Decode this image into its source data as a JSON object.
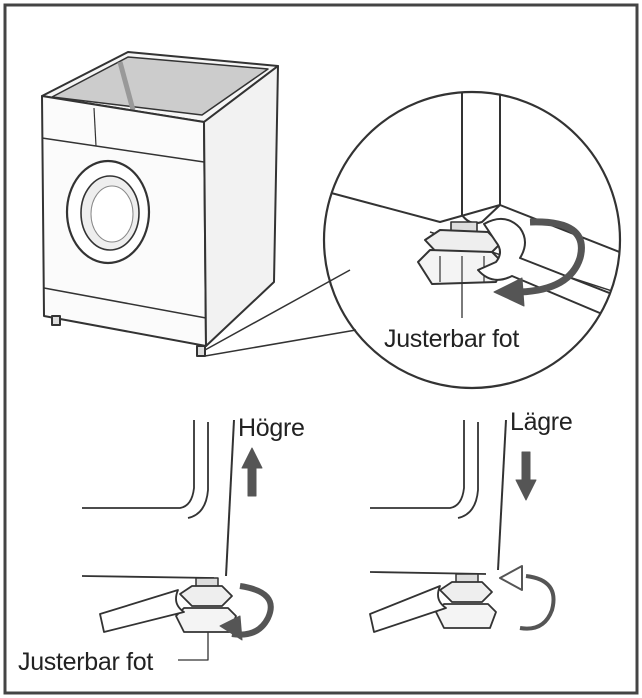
{
  "labels": {
    "adjustable_foot_top": "Justerbar fot",
    "adjustable_foot_bottom": "Justerbar fot",
    "higher": "Högre",
    "lower": "Lägre"
  },
  "colors": {
    "line": "#333333",
    "arrow": "#555555",
    "frame": "#444444",
    "fill_light": "#eeeeee",
    "fill_top": "#cccccc"
  }
}
